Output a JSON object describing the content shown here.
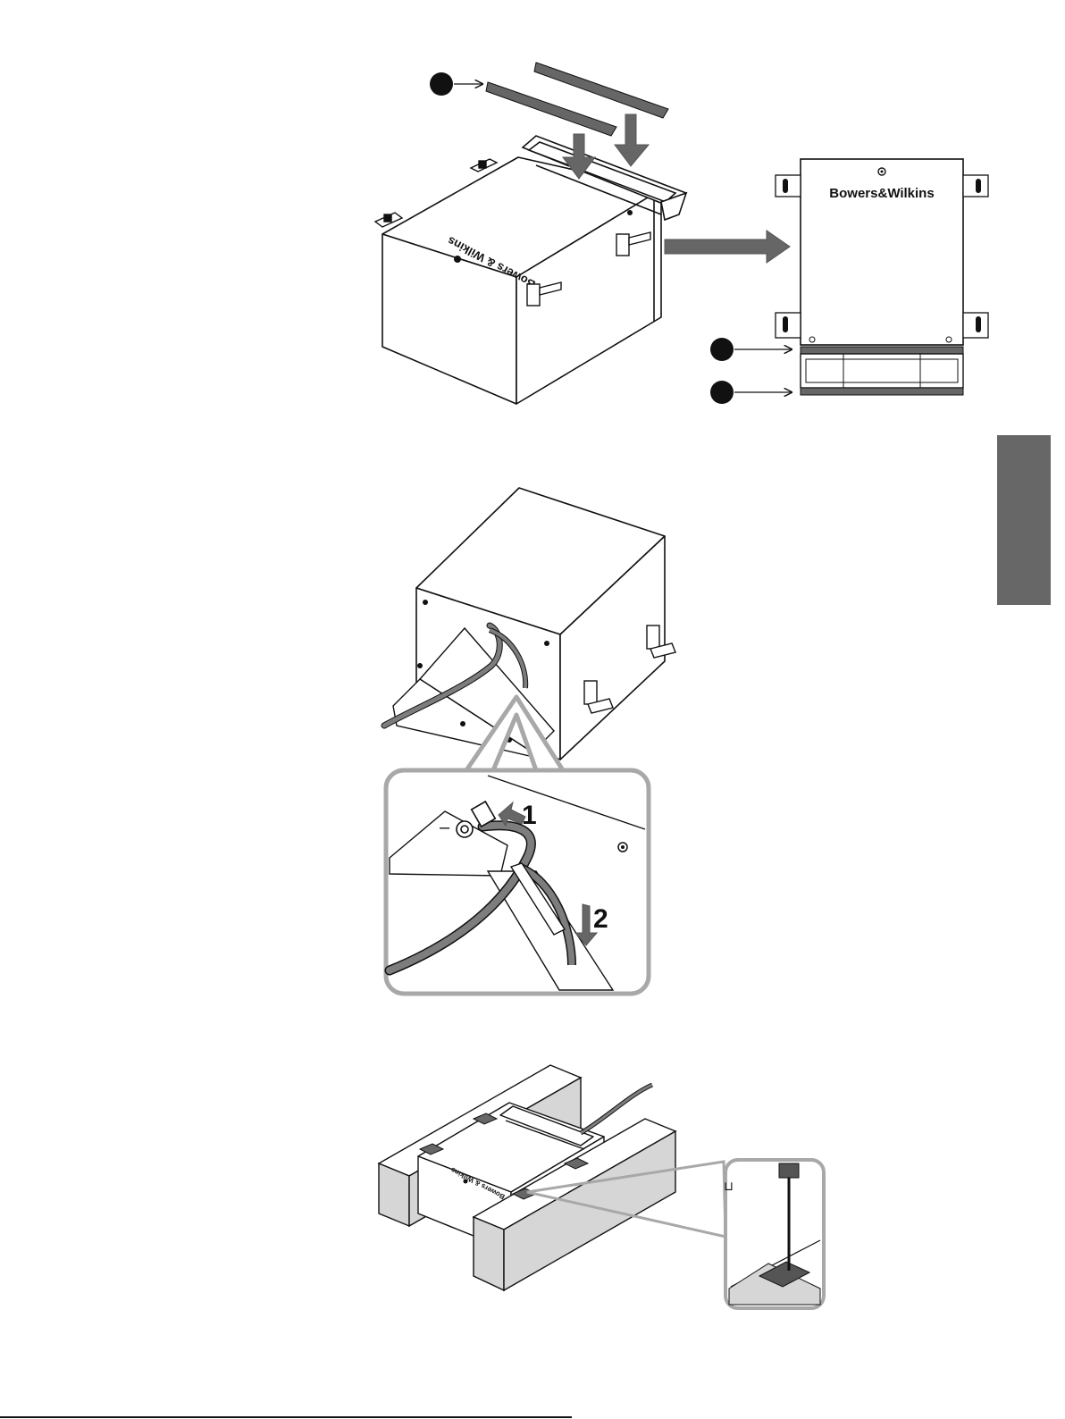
{
  "figures": {
    "fig1": {
      "brand_front": "Bowers&Wilkins",
      "brand_top": "Bowers & Wilkins"
    },
    "fig2": {
      "step_1": "1",
      "step_2": "2",
      "polarity_minus": "–"
    },
    "fig3": {
      "brand_top": "Bowers & Wilkins"
    }
  },
  "colors": {
    "ink": "#111111",
    "callout_grey": "#a8a8a8",
    "strip_grey": "#666666",
    "tab_grey": "#676767",
    "beam_grey": "#d6d6d6",
    "cable_grey": "#7d7d7d"
  }
}
